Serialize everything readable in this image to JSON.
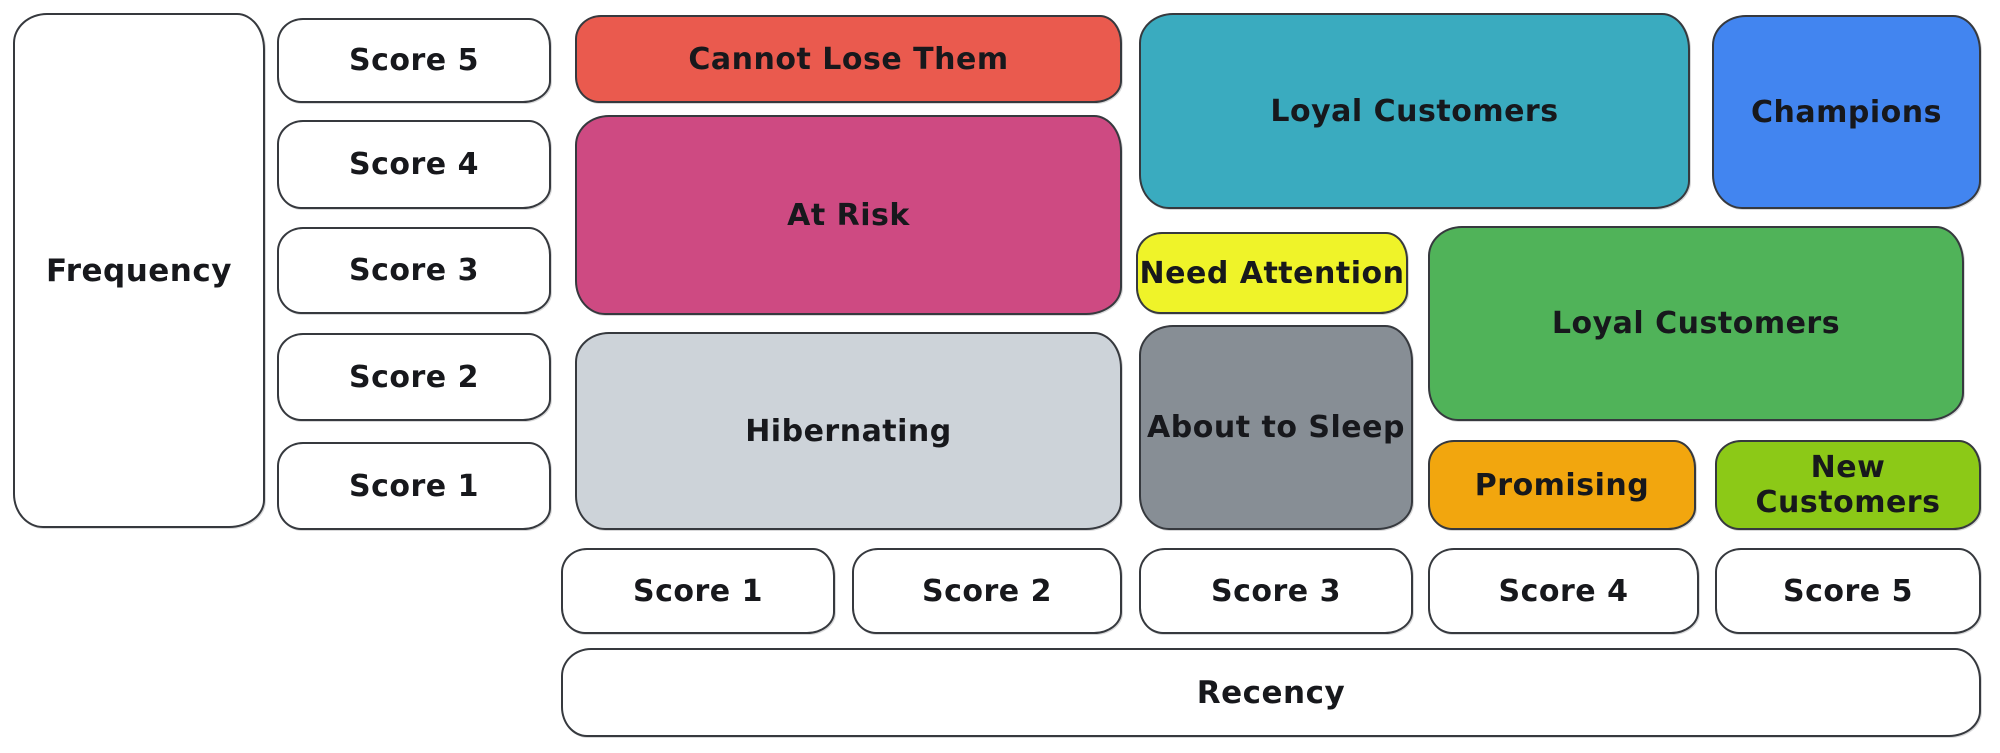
{
  "diagram_type": "RFM customer segmentation matrix",
  "axes": {
    "frequency": {
      "label": "Frequency",
      "scores": [
        "Score 5",
        "Score 4",
        "Score 3",
        "Score 2",
        "Score 1"
      ]
    },
    "recency": {
      "label": "Recency",
      "scores": [
        "Score 1",
        "Score 2",
        "Score 3",
        "Score 4",
        "Score 5"
      ]
    }
  },
  "segments": [
    {
      "key": "cannot-lose-them",
      "label": "Cannot Lose Them",
      "color": "#ea5a4e",
      "recency_scores": [
        1,
        2
      ],
      "frequency_scores": [
        5
      ]
    },
    {
      "key": "at-risk",
      "label": "At Risk",
      "color": "#ce4a82",
      "recency_scores": [
        1,
        2
      ],
      "frequency_scores": [
        3,
        4
      ]
    },
    {
      "key": "hibernating",
      "label": "Hibernating",
      "color": "#cdd3d9",
      "recency_scores": [
        1,
        2
      ],
      "frequency_scores": [
        1,
        2
      ]
    },
    {
      "key": "loyal-customers-upper",
      "label": "Loyal Customers",
      "color": "#3aabbf",
      "recency_scores": [
        3,
        4
      ],
      "frequency_scores": [
        4,
        5
      ]
    },
    {
      "key": "champions",
      "label": "Champions",
      "color": "#4285f0",
      "recency_scores": [
        5
      ],
      "frequency_scores": [
        4,
        5
      ]
    },
    {
      "key": "need-attention",
      "label": "Need Attention",
      "color": "#eff329",
      "recency_scores": [
        3
      ],
      "frequency_scores": [
        3
      ]
    },
    {
      "key": "loyal-customers-right",
      "label": "Loyal Customers",
      "color": "#50b359",
      "recency_scores": [
        4,
        5
      ],
      "frequency_scores": [
        2,
        3
      ]
    },
    {
      "key": "about-to-sleep",
      "label": "About to Sleep",
      "color": "#878e95",
      "recency_scores": [
        3
      ],
      "frequency_scores": [
        1,
        2
      ]
    },
    {
      "key": "promising",
      "label": "Promising",
      "color": "#f2a60e",
      "recency_scores": [
        4
      ],
      "frequency_scores": [
        1
      ]
    },
    {
      "key": "new-customers",
      "label": "New Customers",
      "color": "#8cc917",
      "recency_scores": [
        5
      ],
      "frequency_scores": [
        1
      ]
    }
  ],
  "colors": {
    "outline": "#36393e",
    "text": "#17181c",
    "background": "#ffffff"
  }
}
